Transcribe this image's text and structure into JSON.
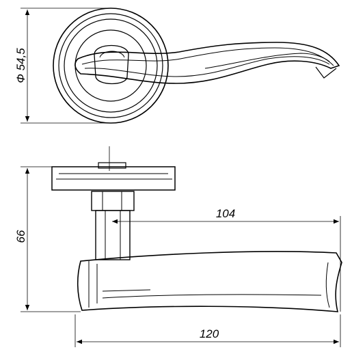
{
  "drawing": {
    "dimensions": {
      "rosette_diameter": "Ф 54,5",
      "total_height": "66",
      "handle_reach": "104",
      "handle_length": "120"
    }
  },
  "colors": {
    "line": "#000000",
    "background": "#ffffff"
  }
}
